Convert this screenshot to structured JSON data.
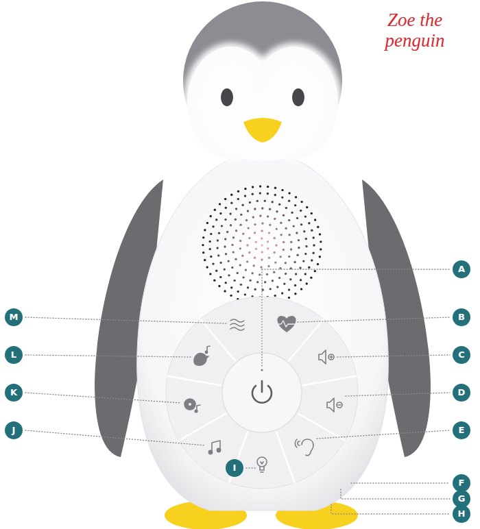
{
  "diagram": {
    "title": "Zoe the penguin",
    "labels": [
      "A",
      "B",
      "C",
      "D",
      "E",
      "F",
      "G",
      "H",
      "I",
      "J",
      "K",
      "L",
      "M"
    ]
  }
}
